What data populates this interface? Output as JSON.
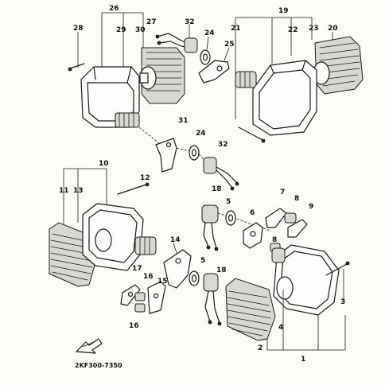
{
  "diagram": {
    "part_code": "2KF300-7350",
    "callouts": {
      "c26": "26",
      "c28": "28",
      "c29": "29",
      "c30": "30",
      "c27": "27",
      "c32a": "32",
      "c24a": "24",
      "c25": "25",
      "c19": "19",
      "c21": "21",
      "c22": "22",
      "c23": "23",
      "c20": "20",
      "c31": "31",
      "c24b": "24",
      "c32b": "32",
      "c10": "10",
      "c11": "11",
      "c13": "13",
      "c12": "12",
      "c18a": "18",
      "c5a": "5",
      "c6": "6",
      "c7": "7",
      "c8a": "8",
      "c9": "9",
      "c8b": "8",
      "c14": "14",
      "c5b": "5",
      "c18b": "18",
      "c17": "17",
      "c16a": "16",
      "c15": "15",
      "c16b": "16",
      "c3": "3",
      "c4": "4",
      "c2": "2",
      "c1": "1"
    }
  }
}
